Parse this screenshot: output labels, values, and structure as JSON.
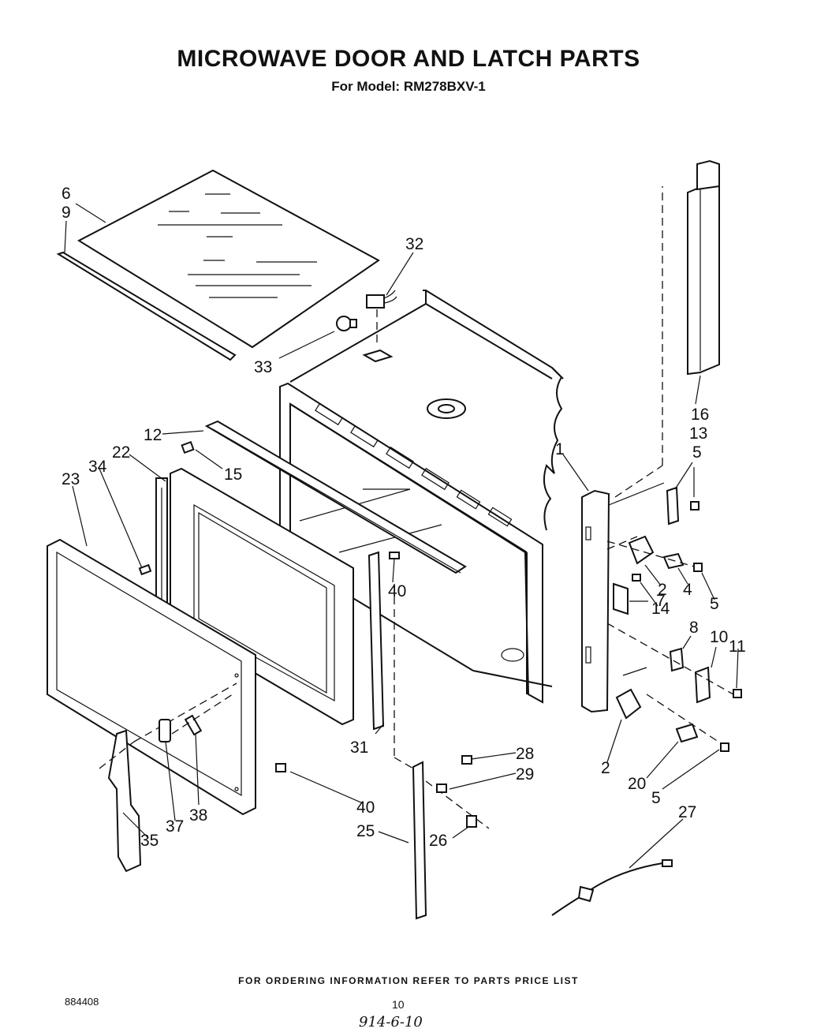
{
  "header": {
    "title": "MICROWAVE DOOR AND LATCH PARTS",
    "subtitle": "For Model: RM278BXV-1"
  },
  "callouts": {
    "c1": "1",
    "c2a": "2",
    "c2b": "2",
    "c4": "4",
    "c5a": "5",
    "c5b": "5",
    "c5c": "5",
    "c6": "6",
    "c7": "7",
    "c8": "8",
    "c9": "9",
    "c10": "10",
    "c11": "11",
    "c12": "12",
    "c13": "13",
    "c14": "14",
    "c15": "15",
    "c16": "16",
    "c20": "20",
    "c22": "22",
    "c23": "23",
    "c25": "25",
    "c26": "26",
    "c27": "27",
    "c28": "28",
    "c29": "29",
    "c31": "31",
    "c32": "32",
    "c33": "33",
    "c34": "34",
    "c35": "35",
    "c37": "37",
    "c38": "38",
    "c40a": "40",
    "c40b": "40"
  },
  "footer": {
    "ordering_note": "FOR ORDERING INFORMATION REFER TO PARTS PRICE LIST",
    "doc_number": "884408",
    "page_number": "10",
    "handwritten": "914-6-10"
  }
}
